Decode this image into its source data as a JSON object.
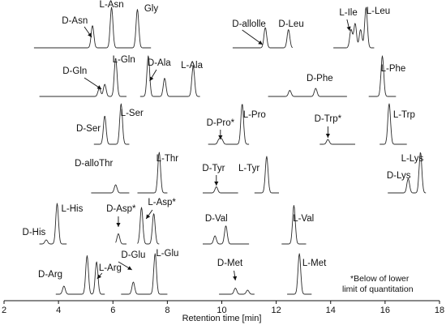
{
  "chart_data": {
    "type": "line",
    "xlabel": "Retention time [min]",
    "xlim": [
      2,
      18
    ],
    "xticks": [
      2,
      4,
      6,
      8,
      10,
      12,
      14,
      16,
      18
    ],
    "note": [
      "*Below of lower",
      "limit of quantitation"
    ],
    "rows": [
      {
        "row": 1,
        "traces": [
          {
            "x_range": [
              3.1,
              7.4
            ],
            "peaks": [
              {
                "x": 5.25,
                "h": 0.55
              },
              {
                "x": 5.95,
                "h": 1.0
              },
              {
                "x": 6.9,
                "h": 0.95
              }
            ]
          },
          {
            "x_range": [
              10.4,
              12.6
            ],
            "peaks": [
              {
                "x": 11.6,
                "h": 0.5
              },
              {
                "x": 12.45,
                "h": 0.45
              }
            ]
          },
          {
            "x_range": [
              14.1,
              15.6
            ],
            "peaks": [
              {
                "x": 14.75,
                "h": 0.45
              },
              {
                "x": 14.9,
                "h": 0.6
              },
              {
                "x": 15.1,
                "h": 0.45
              },
              {
                "x": 15.3,
                "h": 1.0
              }
            ]
          }
        ],
        "labels": [
          {
            "text": "L-Asn",
            "x": 5.95
          },
          {
            "text": "Gly",
            "x": 7.15
          },
          {
            "text": "D-Asn",
            "x": 4.6
          },
          {
            "text": "D-allolle",
            "x": 11.0
          },
          {
            "text": "D-Leu",
            "x": 12.55
          },
          {
            "text": "L-Ile",
            "x": 14.65
          },
          {
            "text": "L-Leu",
            "x": 15.75
          }
        ]
      },
      {
        "row": 2,
        "traces": [
          {
            "x_range": [
              3.3,
              6.5
            ],
            "peaks": [
              {
                "x": 5.5,
                "h": 0.2
              },
              {
                "x": 5.7,
                "h": 0.3
              },
              {
                "x": 6.1,
                "h": 0.95
              }
            ]
          },
          {
            "x_range": [
              7.0,
              9.2
            ],
            "peaks": [
              {
                "x": 7.3,
                "h": 1.0
              },
              {
                "x": 7.9,
                "h": 0.45
              },
              {
                "x": 8.95,
                "h": 0.75
              }
            ]
          },
          {
            "x_range": [
              11.7,
              14.6
            ],
            "peaks": [
              {
                "x": 12.5,
                "h": 0.15
              },
              {
                "x": 13.45,
                "h": 0.2
              }
            ]
          },
          {
            "x_range": [
              15.4,
              16.4
            ],
            "peaks": [
              {
                "x": 15.9,
                "h": 1.0
              }
            ]
          }
        ],
        "labels": [
          {
            "text": "L-Gln",
            "x": 6.4
          },
          {
            "text": "D-Gln",
            "x": 4.6
          },
          {
            "text": "D-Ala",
            "x": 7.7
          },
          {
            "text": "L-Ala",
            "x": 8.9
          },
          {
            "text": "D-Phe",
            "x": 13.6
          },
          {
            "text": "L-Phe",
            "x": 16.3
          }
        ]
      },
      {
        "row": 3,
        "traces": [
          {
            "x_range": [
              5.3,
              6.6
            ],
            "peaks": [
              {
                "x": 5.7,
                "h": 0.7
              },
              {
                "x": 6.3,
                "h": 1.0
              }
            ]
          },
          {
            "x_range": [
              9.5,
              11.0
            ],
            "peaks": [
              {
                "x": 9.9,
                "h": 0.12
              },
              {
                "x": 10.0,
                "h": 0.12
              },
              {
                "x": 10.75,
                "h": 1.0
              }
            ]
          },
          {
            "x_range": [
              13.6,
              14.9
            ],
            "peaks": [
              {
                "x": 13.9,
                "h": 0.12
              }
            ]
          },
          {
            "x_range": [
              15.8,
              16.8
            ],
            "peaks": [
              {
                "x": 16.15,
                "h": 1.0
              }
            ]
          }
        ],
        "labels": [
          {
            "text": "L-Ser",
            "x": 6.7
          },
          {
            "text": "D-Ser",
            "x": 5.1
          },
          {
            "text": "D-Pro*",
            "x": 9.95
          },
          {
            "text": "L-Pro",
            "x": 11.2
          },
          {
            "text": "D-Trp*",
            "x": 13.9
          },
          {
            "text": "L-Trp",
            "x": 16.7
          }
        ]
      },
      {
        "row": 4,
        "traces": [
          {
            "x_range": [
              5.2,
              6.6
            ],
            "peaks": [
              {
                "x": 6.1,
                "h": 0.2
              }
            ]
          },
          {
            "x_range": [
              6.9,
              8.0
            ],
            "peaks": [
              {
                "x": 7.7,
                "h": 1.0
              }
            ]
          },
          {
            "x_range": [
              9.3,
              10.6
            ],
            "peaks": [
              {
                "x": 9.8,
                "h": 0.15
              }
            ]
          },
          {
            "x_range": [
              11.2,
              12.1
            ],
            "peaks": [
              {
                "x": 11.65,
                "h": 0.9
              }
            ]
          },
          {
            "x_range": [
              16.1,
              17.5
            ],
            "peaks": [
              {
                "x": 16.85,
                "h": 0.35
              },
              {
                "x": 17.3,
                "h": 1.0
              }
            ]
          }
        ],
        "labels": [
          {
            "text": "L-Thr",
            "x": 8.0
          },
          {
            "text": "D-alloThr",
            "x": 5.3
          },
          {
            "text": "D-Tyr",
            "x": 9.7
          },
          {
            "text": "L-Tyr",
            "x": 11.0
          },
          {
            "text": "L-Lys",
            "x": 17.0
          },
          {
            "text": "D-Lys",
            "x": 16.5
          }
        ]
      },
      {
        "row": 5,
        "traces": [
          {
            "x_range": [
              3.3,
              4.3
            ],
            "peaks": [
              {
                "x": 3.55,
                "h": 0.1
              },
              {
                "x": 3.95,
                "h": 1.0
              }
            ]
          },
          {
            "x_range": [
              6.1,
              6.5
            ],
            "peaks": [
              {
                "x": 6.2,
                "h": 0.25
              }
            ]
          },
          {
            "x_range": [
              6.9,
              7.7
            ],
            "peaks": [
              {
                "x": 7.05,
                "h": 0.9
              },
              {
                "x": 7.5,
                "h": 0.75
              }
            ]
          },
          {
            "x_range": [
              9.3,
              11.0
            ],
            "peaks": [
              {
                "x": 9.75,
                "h": 0.2
              },
              {
                "x": 10.15,
                "h": 0.45
              }
            ]
          },
          {
            "x_range": [
              12.2,
              13.1
            ],
            "peaks": [
              {
                "x": 12.65,
                "h": 0.95
              }
            ]
          }
        ],
        "labels": [
          {
            "text": "L-His",
            "x": 4.5
          },
          {
            "text": "D-His",
            "x": 3.1
          },
          {
            "text": "D-Asp*",
            "x": 6.3
          },
          {
            "text": "L-Asp*",
            "x": 7.8
          },
          {
            "text": "D-Val",
            "x": 9.8
          },
          {
            "text": "L-Val",
            "x": 13.0
          }
        ]
      },
      {
        "row": 6,
        "traces": [
          {
            "x_range": [
              3.9,
              5.7
            ],
            "peaks": [
              {
                "x": 4.2,
                "h": 0.2
              },
              {
                "x": 5.05,
                "h": 0.95
              },
              {
                "x": 5.4,
                "h": 0.8
              }
            ]
          },
          {
            "x_range": [
              6.3,
              8.0
            ],
            "peaks": [
              {
                "x": 6.75,
                "h": 0.3
              },
              {
                "x": 7.55,
                "h": 1.0
              }
            ]
          },
          {
            "x_range": [
              9.9,
              11.2
            ],
            "peaks": [
              {
                "x": 10.5,
                "h": 0.15
              },
              {
                "x": 10.95,
                "h": 0.1
              }
            ]
          },
          {
            "x_range": [
              12.4,
              13.3
            ],
            "peaks": [
              {
                "x": 12.85,
                "h": 1.0
              }
            ]
          }
        ],
        "labels": [
          {
            "text": "L-Arg",
            "x": 5.9
          },
          {
            "text": "D-Arg",
            "x": 3.7
          },
          {
            "text": "D-Glu",
            "x": 6.75
          },
          {
            "text": "L-Glu",
            "x": 8.0
          },
          {
            "text": "D-Met",
            "x": 10.3
          },
          {
            "text": "L-Met",
            "x": 13.4
          }
        ]
      }
    ]
  }
}
